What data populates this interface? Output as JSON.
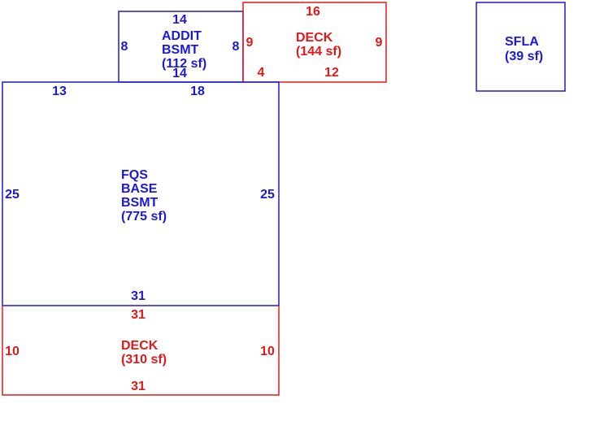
{
  "colors": {
    "blue": "#1a1ad6",
    "red": "#e01a1a"
  },
  "addit": {
    "line1": "ADDIT",
    "line2": "BSMT",
    "area": "(112 sf)",
    "dim_top": "14",
    "dim_bottom": "14",
    "dim_left": "8",
    "dim_right": "8"
  },
  "deck_top": {
    "line1": "DECK",
    "area": "(144 sf)",
    "dim_top": "16",
    "dim_left": "9",
    "dim_right": "9",
    "dim_bottom_left": "4",
    "dim_bottom": "12"
  },
  "sfla": {
    "line1": "SFLA",
    "area": "(39 sf)"
  },
  "base": {
    "line1": "FQS",
    "line2": "BASE",
    "line3": "BSMT",
    "area": "(775 sf)",
    "dim_top_left": "13",
    "dim_top_right": "18",
    "dim_left": "25",
    "dim_right": "25",
    "dim_bottom": "31"
  },
  "deck_bottom": {
    "line1": "DECK",
    "area": "(310 sf)",
    "dim_top": "31",
    "dim_left": "10",
    "dim_right": "10",
    "dim_bottom": "31"
  }
}
